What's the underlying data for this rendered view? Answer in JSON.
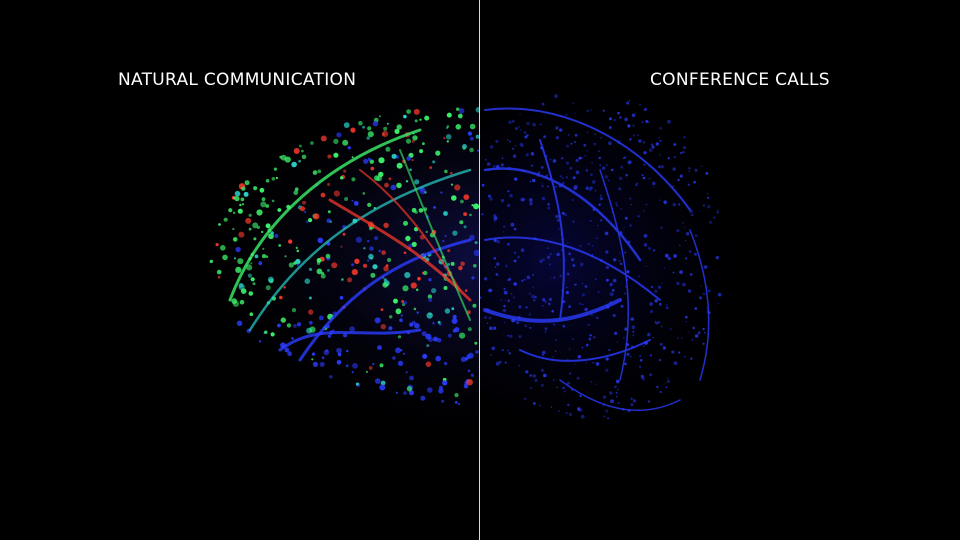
{
  "panels": {
    "left": {
      "label": "NATURAL COMMUNICATION"
    },
    "right": {
      "label": "CONFERENCE CALLS"
    }
  },
  "image": {
    "subject": "brain-activity-comparison",
    "colors": {
      "background": "#000000",
      "active_green": "#3cf26a",
      "active_cyan": "#2ad0c8",
      "active_red": "#f2382a",
      "inactive_blue": "#2a3cff",
      "divider": "#d9d9d9"
    }
  }
}
